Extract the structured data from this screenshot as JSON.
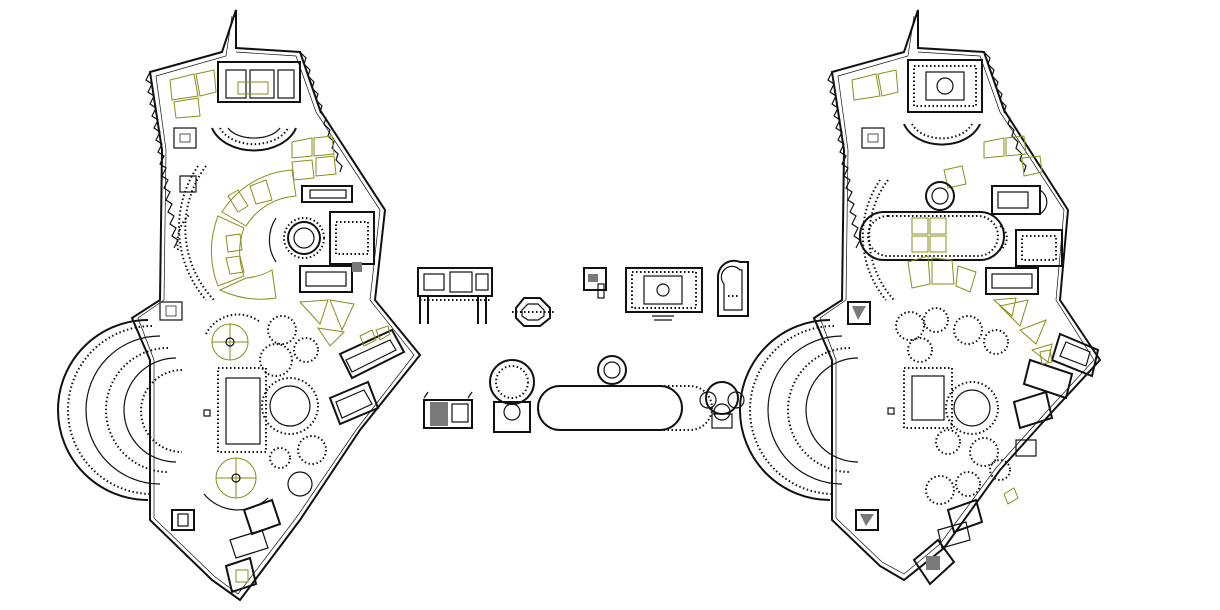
{
  "drawing": {
    "background": "#ffffff",
    "line_color": "#111111",
    "accent_color": "#8a8f1a",
    "hatch_color": "#7a7a7a"
  },
  "panels": [
    {
      "name": "site-plan-left"
    },
    {
      "name": "details-center"
    },
    {
      "name": "site-plan-right"
    }
  ]
}
